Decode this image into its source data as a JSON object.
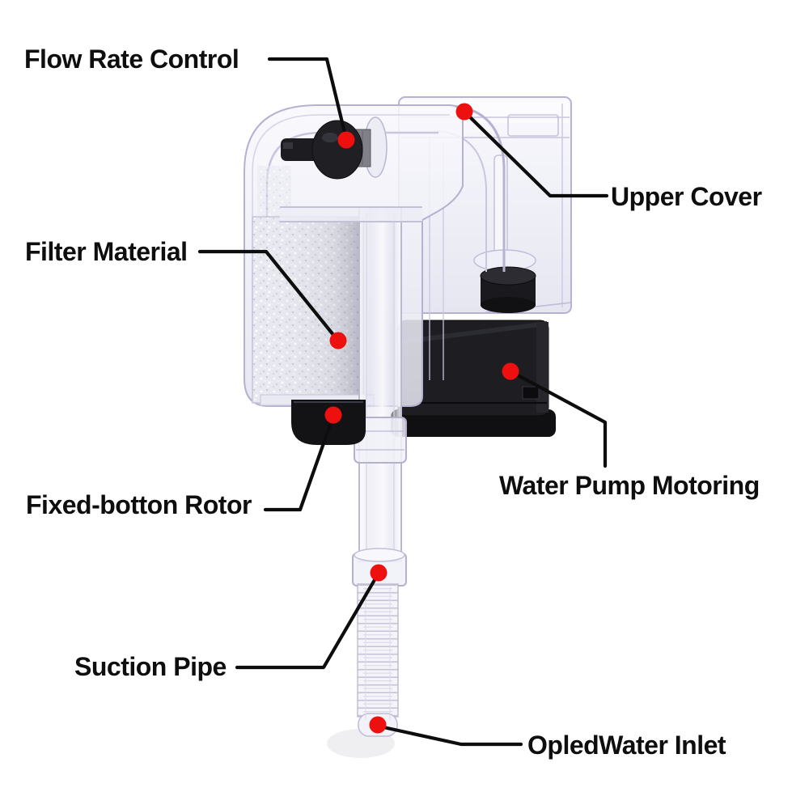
{
  "diagram": {
    "kind": "annotated-product-diagram",
    "background": "#ffffff",
    "annotation_style": {
      "dot_color": "#ee0f0f",
      "line_color": "#0d0d0d",
      "text_color": "#0e0e0e"
    },
    "labels": [
      {
        "id": "flow-rate-control",
        "text": "Flow Rate Control"
      },
      {
        "id": "upper-cover",
        "text": "Upper Cover"
      },
      {
        "id": "filter-material",
        "text": "Filter Material"
      },
      {
        "id": "water-pump-motoring",
        "text": "Water Pump Motoring"
      },
      {
        "id": "fixed-botton-rotor",
        "text": "Fixed-botton Rotor"
      },
      {
        "id": "suction-pipe",
        "text": "Suction Pipe"
      },
      {
        "id": "opledwater-inlet",
        "text": "OpledWater Inlet"
      }
    ]
  }
}
